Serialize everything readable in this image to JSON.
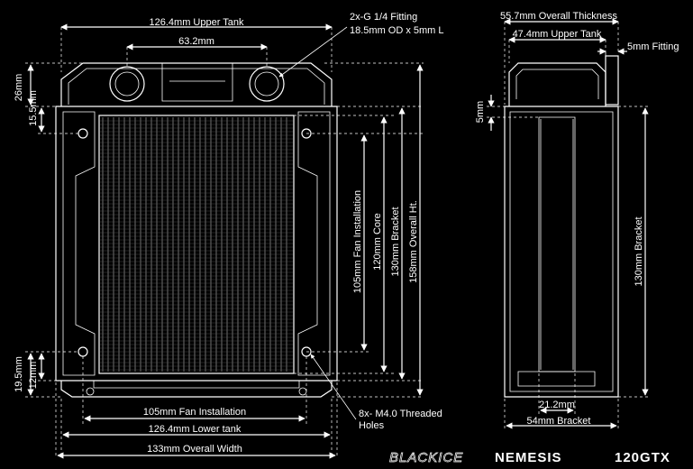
{
  "front_view": {
    "upper_tank_width": "126.4mm Upper Tank",
    "fitting_spacing": "63.2mm",
    "tank_height": "26mm",
    "upper_offset": "15.5mm",
    "lower_offset_outer": "19.5mm",
    "lower_offset_inner": "12mm",
    "fan_installation_v": "105mm Fan Installation",
    "core": "120mm Core",
    "bracket": "130mm Bracket",
    "overall_height": "158mm Overall Ht.",
    "fan_installation_h": "105mm Fan Installation",
    "lower_tank_width": "126.4mm Lower tank",
    "overall_width": "133mm Overall Width"
  },
  "callouts": {
    "fitting_line1": "2x-G 1/4 Fitting",
    "fitting_line2": "18.5mm OD x 5mm L",
    "holes_line1": "8x- M4.0 Threaded",
    "holes_line2": "Holes"
  },
  "side_view": {
    "overall_thickness": "55.7mm Overall Thickness",
    "upper_tank": "47.4mm Upper Tank",
    "fitting": "5mm Fitting",
    "offset": "5mm",
    "bracket_height": "130mm Bracket",
    "bottom_inner": "21.2mm",
    "bracket_width": "54mm Bracket"
  },
  "brand": {
    "prefix": "BLACKICE",
    "name": "NEMESIS",
    "model": "120GTX"
  }
}
